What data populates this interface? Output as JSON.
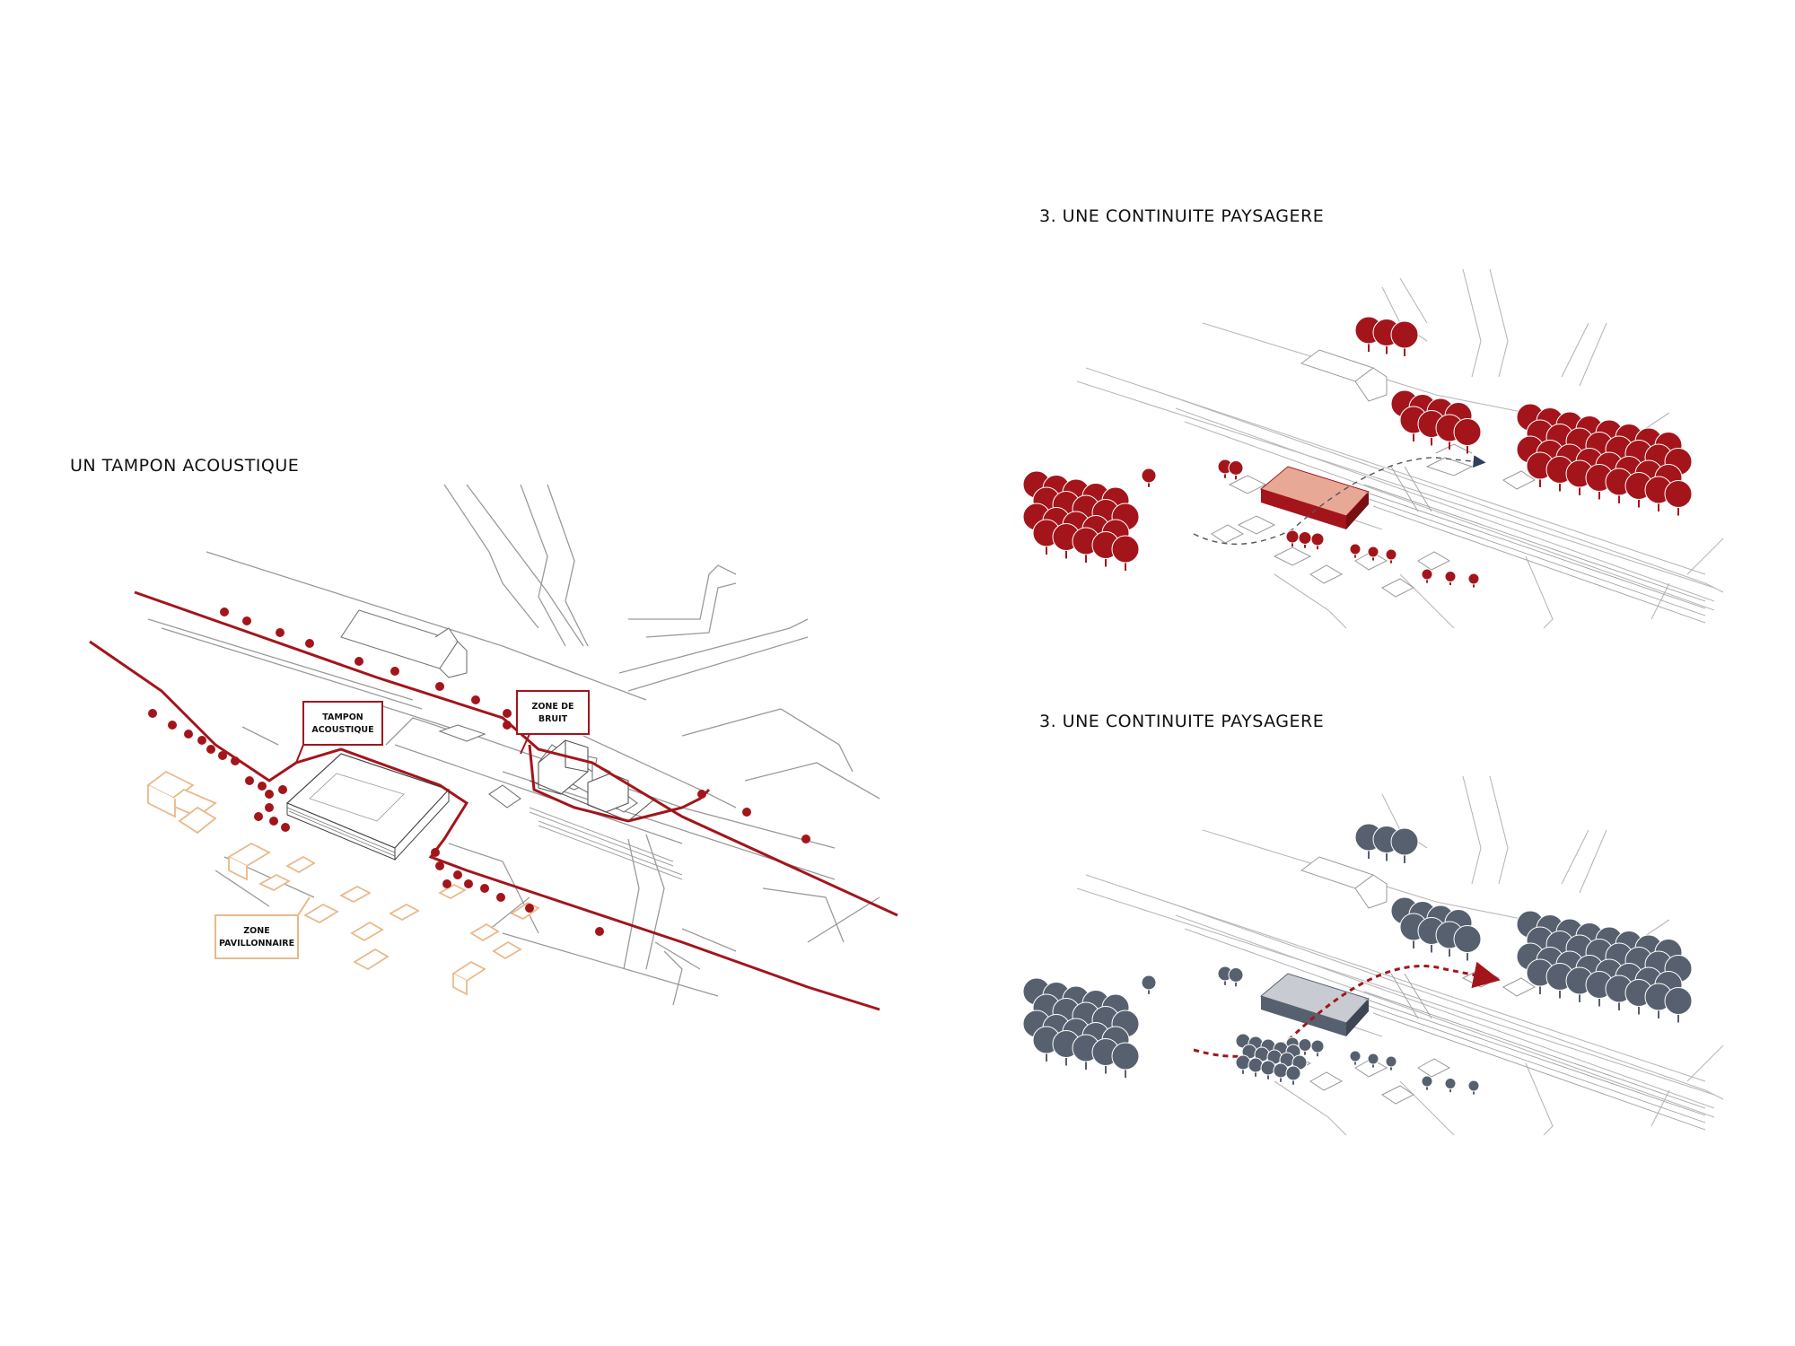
{
  "diagrams": {
    "left": {
      "title": "UN TAMPON ACOUSTIQUE",
      "callouts": {
        "tampon": [
          "TAMPON",
          "ACOUSTIQUE"
        ],
        "bruit": [
          "ZONE DE",
          "BRUIT"
        ],
        "pavillonnaire": [
          "ZONE",
          "PAVILLONNAIRE"
        ]
      }
    },
    "top_right": {
      "title": "3. UNE CONTINUITE PAYSAGERE"
    },
    "bottom_right": {
      "title": "3. UNE CONTINUITE PAYSAGERE"
    }
  },
  "colors": {
    "accent_red": "#a3151b",
    "tree_grey": "#57606f",
    "house_outline": "#e8b98a",
    "linework": "#9a9a9a"
  }
}
